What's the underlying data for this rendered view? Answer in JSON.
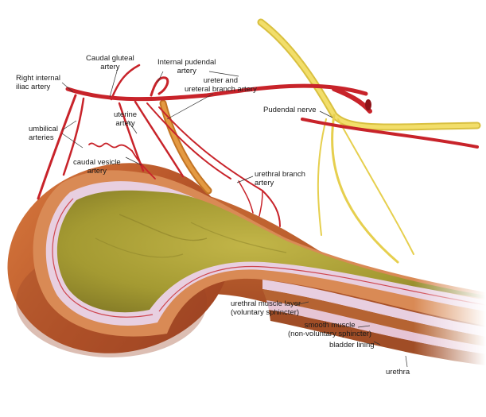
{
  "colors": {
    "artery": "#c8232a",
    "nerve": "#e6cf4e",
    "muscle": "#c0602a",
    "lining": "#e8cfe0",
    "lumen": "#a49a32",
    "leader": "#333333"
  },
  "labels": {
    "caudal_gluteal_artery": "Caudal gluteal\nartery",
    "internal_pudendal_artery": "Internal pudendal\nartery",
    "right_internal_iliac_artery": "Right internal\niliac artery",
    "ureter_branch_artery": "ureter and\nureteral branch artery",
    "pudendal_nerve": "Pudendal nerve",
    "uterine_artery": "uterine\nartery",
    "umbilical_arteries": "umbilical\narteries",
    "caudal_vesicle_artery": "caudal vesicle\nartery",
    "urethral_branch_artery": "urethral branch\nartery",
    "urethral_muscle_layer": "urethral muscle layer\n(voluntary sphincter)",
    "smooth_muscle": "smooth muscle\n(non-voluntary sphincter)",
    "bladder_lining": "bladder lining",
    "urethra": "urethra"
  }
}
